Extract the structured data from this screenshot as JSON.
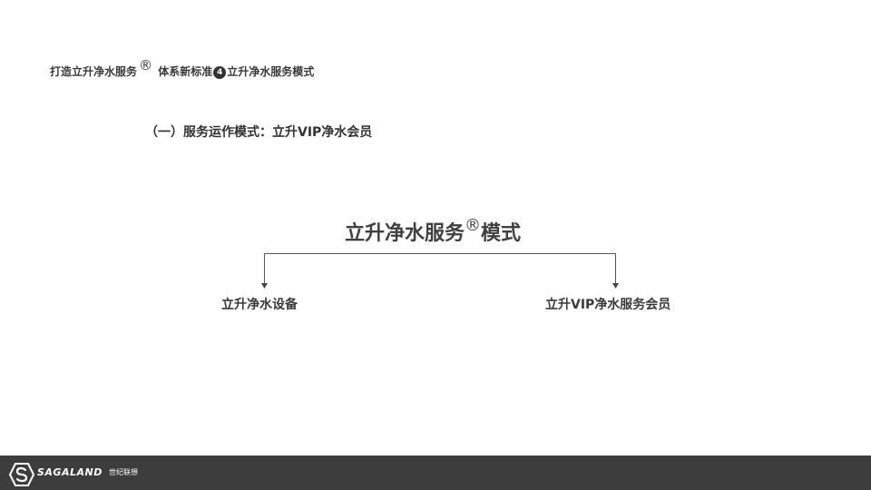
{
  "header": {
    "title_part1": "打造立升净水服务",
    "registered_mark": "®",
    "title_part2": " 体系新标准",
    "section_number": "4",
    "title_part3": "立升净水服务模式"
  },
  "section": {
    "heading": "（一）服务运作模式：立升VIP净水会员"
  },
  "diagram": {
    "root": {
      "label": "立升净水服务",
      "registered_mark": "®",
      "suffix": "模式"
    },
    "children": [
      {
        "label": "立升净水设备"
      },
      {
        "label": "立升VIP净水服务会员"
      }
    ]
  },
  "footer": {
    "logo_text": "SAGALAND",
    "logo_cn": "世纪联想",
    "logo_icon": "s-shield-icon"
  },
  "colors": {
    "footer_bg": "#3d3d3d",
    "text": "#333333",
    "line": "#555555"
  }
}
